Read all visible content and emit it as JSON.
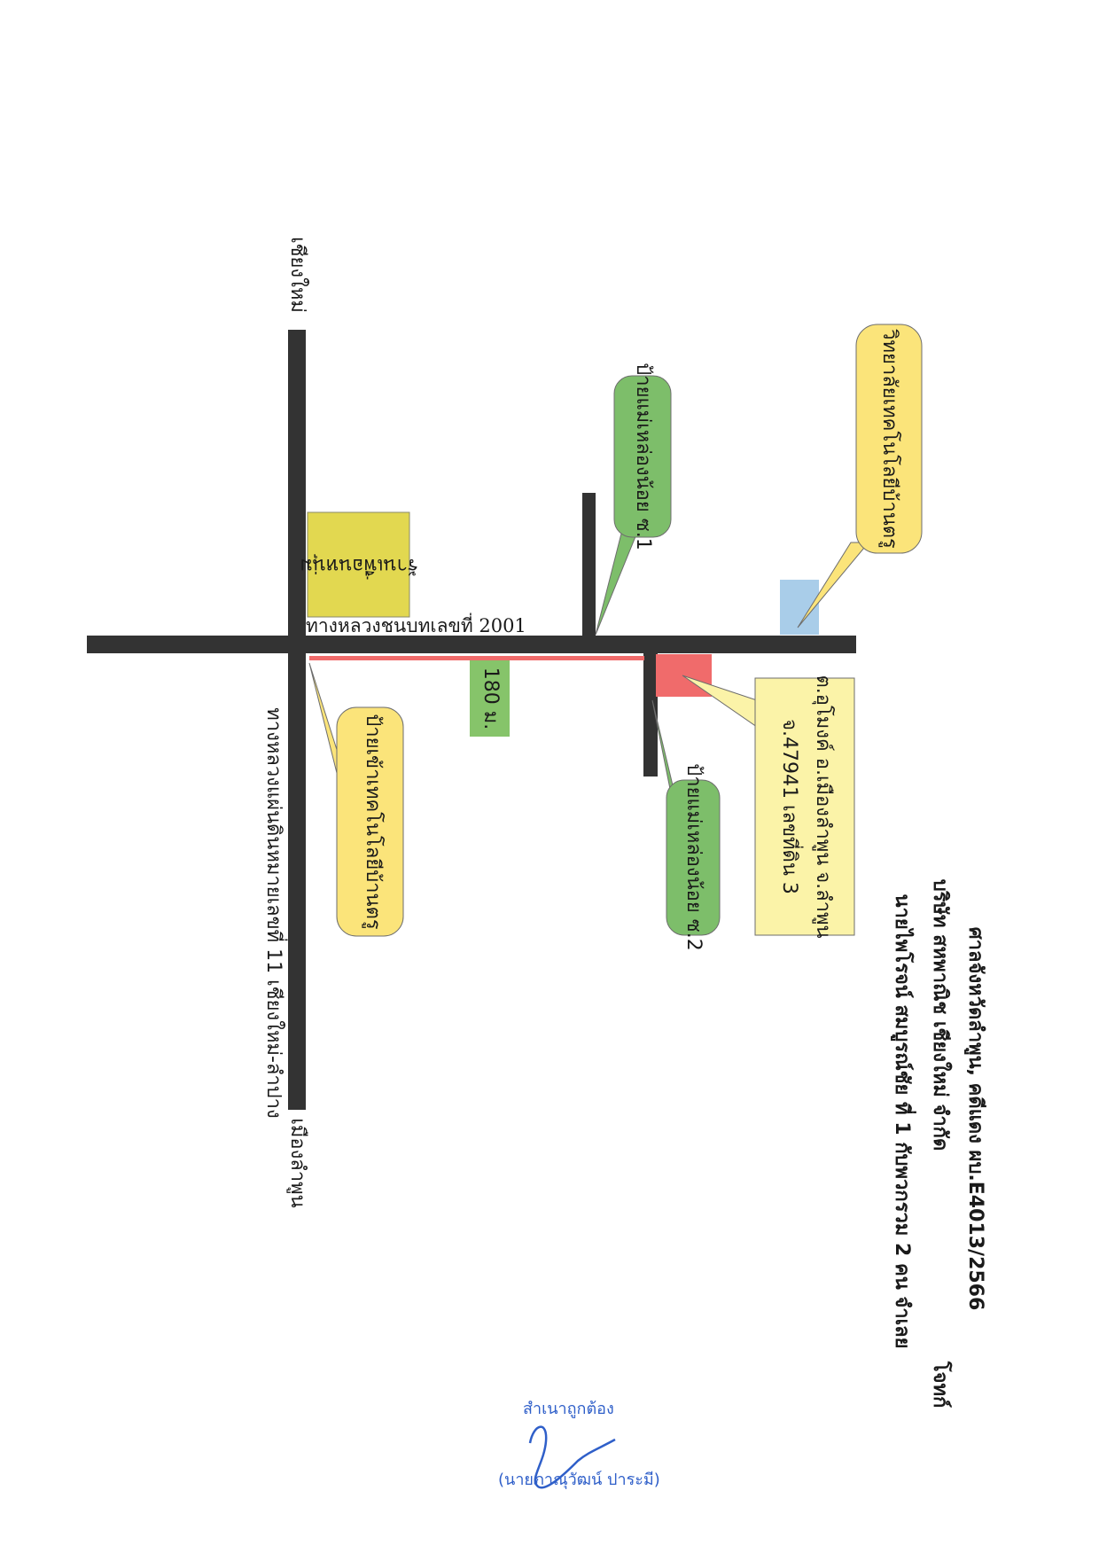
{
  "header": {
    "line1": "ศาลจังหวัดลำพูน, คดีแดง ผบ.E4013/2566",
    "line2": "บริษัท สหพาณิช เชียงใหม่ จำกัด",
    "line2_right": "โจทก์",
    "line3": "นายไพโรจน์ สมบูรณ์ชัย ที่ 1 กับพวกรวม 2 คน จำเลย"
  },
  "roads": {
    "main_highway": "ทางหลวงแผ่นดินหมายเลขที่ 11 เชียงใหม่-ลำปาง",
    "rural_road": "ทางหลวงชนบทเลขที่ 2001",
    "to_chiang_mai": "เชียงใหม่",
    "to_mueang_lamphun": "เมืองลำพูน"
  },
  "landmarks": {
    "restaurant": "ร้านเพื่อนหนุ่ม",
    "college_sign": "วิทยาลัยเทคโนโลยีบ้านตรู",
    "soi1_sign": "ป้ายแม่เหล่องน้อย ซ.1",
    "soi2_sign": "ป้ายแม่เหล่องน้อย ซ.2",
    "tech_sign": "ป้ายเข้าเทคโนโลยีบ้านตรู",
    "distance": "180 ม."
  },
  "property": {
    "line1": "จ.47941 เลขที่ดิน 3",
    "line2": "ต.อุโมงค์ อ.เมืองลำพูน จ.ลำพูน"
  },
  "stamp": {
    "certify": "สำเนาถูกต้อง",
    "name": "(นายภาณุวัฒน์ ปาระมี)"
  },
  "colors": {
    "road": "#333333",
    "route_line": "#f06a6a",
    "property": "#f06b6b",
    "restaurant": "#e2d850",
    "callout_yellow": "#fbe47a",
    "callout_green": "#7dbe6a",
    "callout_pale": "#fbf3a8",
    "college_box": "#a9cde9",
    "stamp_ink": "#2f5fc9"
  }
}
